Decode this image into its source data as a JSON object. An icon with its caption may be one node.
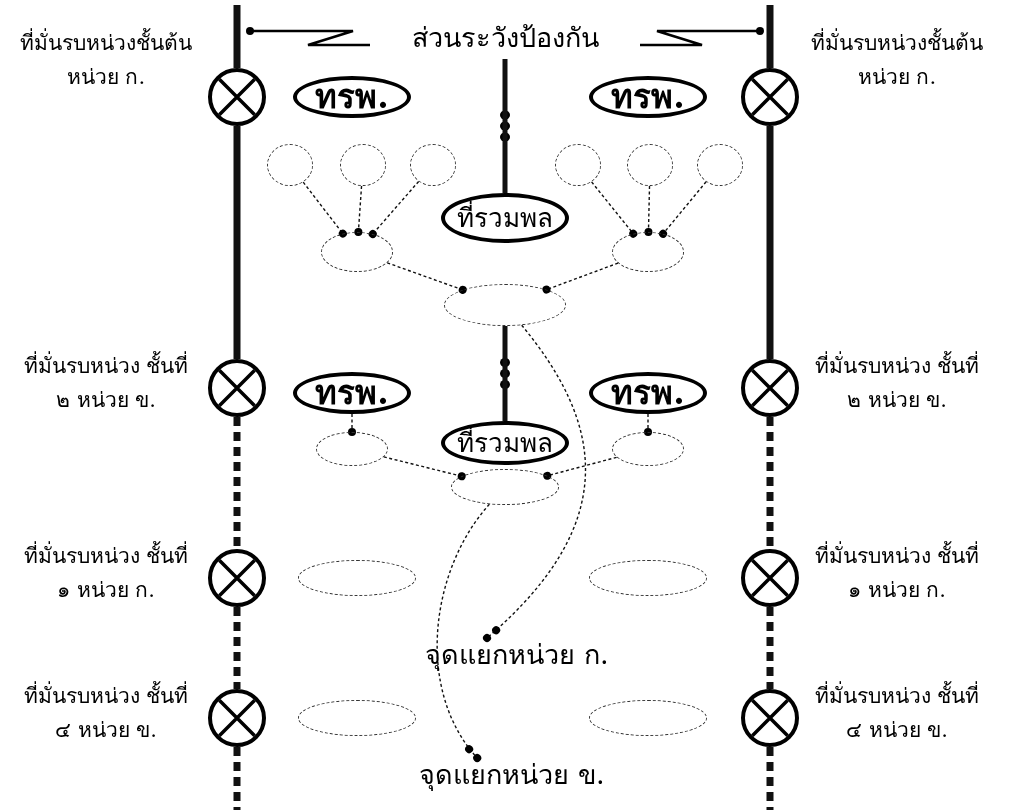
{
  "diagram": {
    "nodes": [
      {
        "text": [
          "ส่วนระวังป้องกัน"
        ]
      },
      {
        "text": [],
        "shape": "cross",
        "beside": [
          "ที่มั่นรบหน่วงชั้นต้น หน่วย ก."
        ]
      },
      {
        "text": [
          "ทรพ."
        ]
      },
      {
        "text": [
          "ทรพ."
        ]
      },
      {
        "text": [],
        "shape": "cross",
        "beside": [
          "ที่มั่นรบหน่วงชั้นต้น หน่วย ก."
        ]
      },
      {
        "text": [],
        "shape": "circle"
      },
      {
        "text": [],
        "shape": "circle"
      },
      {
        "text": [],
        "shape": "circle"
      },
      {
        "text": [],
        "shape": "circle"
      },
      {
        "text": [],
        "shape": "circle"
      },
      {
        "text": [],
        "shape": "circle"
      },
      {
        "text": [
          "ที่รวมพล"
        ]
      },
      {
        "text": [],
        "shape": "ellipse"
      },
      {
        "text": [],
        "shape": "ellipse"
      },
      {
        "text": [],
        "shape": "ellipse"
      },
      {
        "text": [],
        "shape": "cross",
        "beside": [
          "ที่มั่นรบหน่วง ชั้นที่ ๒ หน่วย ข."
        ]
      },
      {
        "text": [
          "ทรพ."
        ]
      },
      {
        "text": [
          "ทรพ."
        ]
      },
      {
        "text": [],
        "shape": "cross",
        "beside": [
          "ที่มั่นรบหน่วง ชั้นที่ ๒ หน่วย ข."
        ]
      },
      {
        "text": [
          "ที่รวมพล"
        ]
      },
      {
        "text": [],
        "shape": "ellipse"
      },
      {
        "text": [],
        "shape": "ellipse"
      },
      {
        "text": [],
        "shape": "ellipse"
      },
      {
        "text": [],
        "shape": "cross",
        "beside": [
          "ที่มั่นรบหน่วง ชั้นที่ ๑ หน่วย ก."
        ]
      },
      {
        "text": [],
        "shape": "ellipse"
      },
      {
        "text": [],
        "shape": "ellipse"
      },
      {
        "text": [],
        "shape": "cross",
        "beside": [
          "ที่มั่นรบหน่วง ชั้นที่ ๑ หน่วย ก."
        ]
      },
      {
        "text": [
          "จุดแยกหน่วย ก."
        ]
      },
      {
        "text": [],
        "shape": "cross",
        "beside": [
          "ที่มั่นรบหน่วง ชั้นที่ ๔ หน่วย ข."
        ]
      },
      {
        "text": [],
        "shape": "ellipse"
      },
      {
        "text": [],
        "shape": "ellipse"
      },
      {
        "text": [],
        "shape": "cross",
        "beside": [
          "ที่มั่นรบหน่วง ชั้นที่ ๔ หน่วย ข."
        ]
      },
      {
        "text": [
          "จุดแยกหน่วย ข."
        ]
      }
    ],
    "edges": [
      {
        "from": 0,
        "to": 11,
        "arrow": "none",
        "style": "thick"
      },
      {
        "from": 5,
        "to": 12,
        "arrow": "other",
        "style": "dashed"
      },
      {
        "from": 6,
        "to": 12,
        "arrow": "other",
        "style": "dashed"
      },
      {
        "from": 7,
        "to": 12,
        "arrow": "other",
        "style": "dashed"
      },
      {
        "from": 8,
        "to": 13,
        "arrow": "other",
        "style": "dashed"
      },
      {
        "from": 9,
        "to": 13,
        "arrow": "other",
        "style": "dashed"
      },
      {
        "from": 10,
        "to": 13,
        "arrow": "other",
        "style": "dashed"
      },
      {
        "from": 12,
        "to": 14,
        "arrow": "other",
        "style": "dashed"
      },
      {
        "from": 13,
        "to": 14,
        "arrow": "other",
        "style": "dashed"
      },
      {
        "from": 14,
        "to": 27,
        "arrow": "other",
        "style": "dashed"
      },
      {
        "from": 14,
        "to": 19,
        "arrow": "none",
        "style": "thick"
      },
      {
        "from": 16,
        "to": 20,
        "arrow": "other",
        "style": "dashed"
      },
      {
        "from": 17,
        "to": 21,
        "arrow": "other",
        "style": "dashed"
      },
      {
        "from": 20,
        "to": 22,
        "arrow": "other",
        "style": "dashed"
      },
      {
        "from": 21,
        "to": 22,
        "arrow": "other",
        "style": "dashed"
      },
      {
        "from": 22,
        "to": 32,
        "arrow": "other",
        "style": "dashed"
      },
      {
        "from": null,
        "to": 1,
        "arrow": "none",
        "style": "thick"
      },
      {
        "from": 1,
        "to": 15,
        "arrow": "none",
        "style": "thick"
      },
      {
        "from": 15,
        "to": 23,
        "arrow": "none",
        "style": "dashed"
      },
      {
        "from": 23,
        "to": 28,
        "arrow": "none",
        "style": "dashed"
      },
      {
        "from": 28,
        "to": null,
        "arrow": "none",
        "style": "dashed"
      },
      {
        "from": null,
        "to": 4,
        "arrow": "none",
        "style": "thick"
      },
      {
        "from": 4,
        "to": 18,
        "arrow": "none",
        "style": "thick"
      },
      {
        "from": 18,
        "to": 26,
        "arrow": "none",
        "style": "dashed"
      },
      {
        "from": 26,
        "to": 31,
        "arrow": "none",
        "style": "dashed"
      },
      {
        "from": 31,
        "to": null,
        "arrow": "none",
        "style": "dashed"
      }
    ]
  }
}
